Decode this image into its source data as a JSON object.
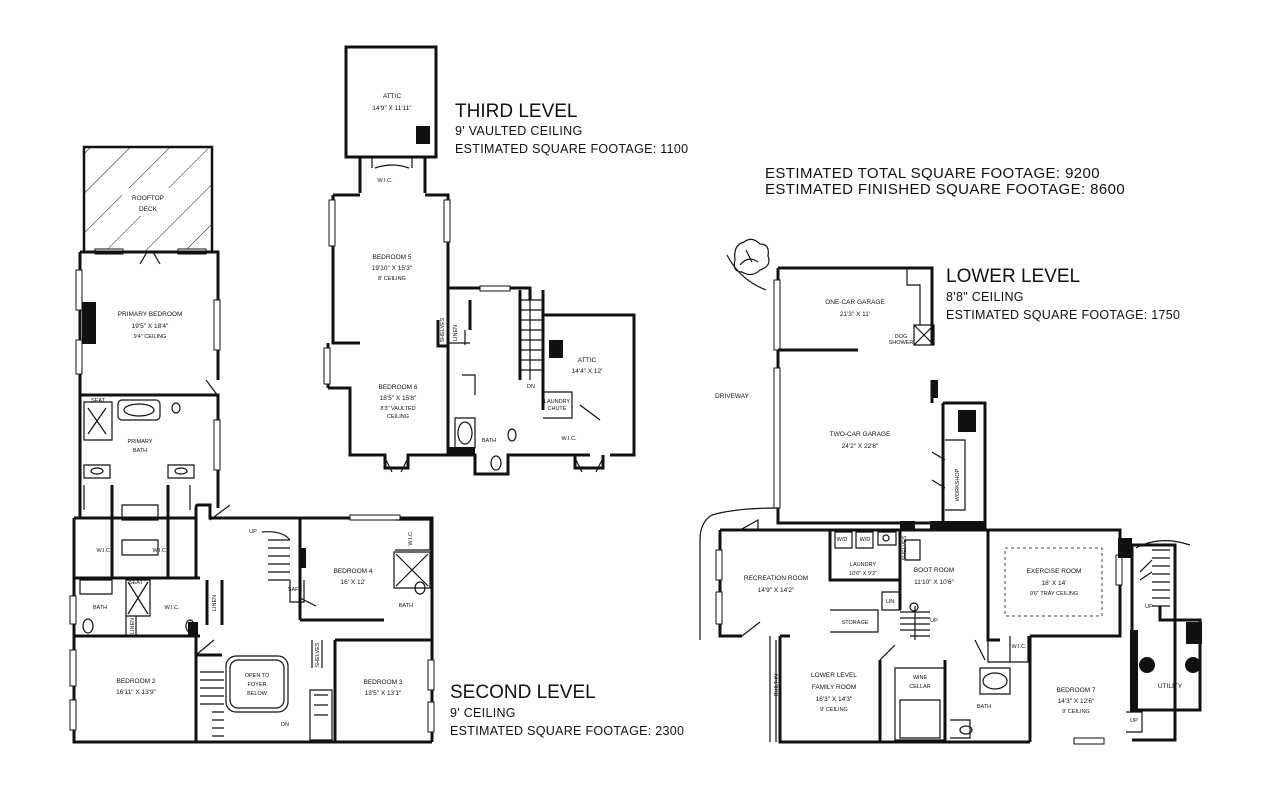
{
  "summary": {
    "total": "ESTIMATED TOTAL SQUARE FOOTAGE: 9200",
    "finished": "ESTIMATED FINISHED SQUARE FOOTAGE: 8600"
  },
  "levels": {
    "third": {
      "title": "THIRD LEVEL",
      "ceiling": "9' VAULTED CEILING",
      "sqft": "ESTIMATED SQUARE FOOTAGE: 1100"
    },
    "second": {
      "title": "SECOND LEVEL",
      "ceiling": "9' CEILING",
      "sqft": "ESTIMATED SQUARE FOOTAGE: 2300"
    },
    "lower": {
      "title": "LOWER LEVEL",
      "ceiling": "8'8\" CEILING",
      "sqft": "ESTIMATED SQUARE FOOTAGE: 1750"
    }
  },
  "rooms": {
    "attic_top": {
      "name": "ATTIC",
      "dim": "14'9\" X 11'11\""
    },
    "wic_top": {
      "name": "W.I.C."
    },
    "bedroom5": {
      "name": "BEDROOM 5",
      "dim": "19'10\" X 15'3\"",
      "note": "8' CEILING"
    },
    "linen_third": {
      "name": "LINEN"
    },
    "shelves_third": {
      "name": "SHELVES"
    },
    "attic_right": {
      "name": "ATTIC",
      "dim": "14'4\" X 12'"
    },
    "dn_third": {
      "name": "DN"
    },
    "laundry_chute": {
      "name": "LAUNDRY",
      "name2": "CHUTE"
    },
    "bedroom6": {
      "name": "BEDROOM 6",
      "dim": "18'5\" X 15'8\"",
      "note": "8'3\" VAULTED",
      "note2": "CEILING"
    },
    "bath_third": {
      "name": "BATH"
    },
    "wic_third": {
      "name": "W.I.C."
    },
    "rooftop": {
      "name": "ROOFTOP",
      "name2": "DECK"
    },
    "primary_bed": {
      "name": "PRIMARY BEDROOM",
      "dim": "19'5\" X 18'4\"",
      "note": "9'4\" CEILING"
    },
    "primary_bath": {
      "name": "PRIMARY",
      "name2": "BATH"
    },
    "seat1": {
      "name": "SEAT"
    },
    "seat2": {
      "name": "SEAT"
    },
    "wic_a": {
      "name": "W.I.C."
    },
    "wic_b": {
      "name": "W.I.C."
    },
    "wic_c": {
      "name": "W.I.C."
    },
    "bath_2a": {
      "name": "BATH"
    },
    "linen_2a": {
      "name": "LINEN"
    },
    "linen_2b": {
      "name": "LINEN"
    },
    "up_second": {
      "name": "UP"
    },
    "safe": {
      "name": "SAFE"
    },
    "bedroom4": {
      "name": "BEDROOM 4",
      "dim": "16' X 12'"
    },
    "wic_bed4": {
      "name": "W.I.C."
    },
    "bath_bed4": {
      "name": "BATH"
    },
    "shelves_second": {
      "name": "SHELVES"
    },
    "bedroom2": {
      "name": "BEDROOM 2",
      "dim": "16'11\" X 13'9\""
    },
    "open_foyer": {
      "name": "OPEN TO",
      "name2": "FOYER",
      "name3": "BELOW"
    },
    "dn_second": {
      "name": "DN"
    },
    "bedroom3": {
      "name": "BEDROOM 3",
      "dim": "13'5\" X 13'1\""
    },
    "one_car": {
      "name": "ONE-CAR GARAGE",
      "dim": "21'3\" X 11'"
    },
    "dog_shower": {
      "name": "DOG",
      "name2": "SHOWER"
    },
    "driveway": {
      "name": "DRIVEWAY"
    },
    "two_car": {
      "name": "TWO-CAR GARAGE",
      "dim": "24'2\" X 22'8\""
    },
    "workshop": {
      "name": "WORKSHOP"
    },
    "recreation": {
      "name": "RECREATION ROOM",
      "dim": "14'9\" X 14'2\""
    },
    "laundry": {
      "name": "LAUNDRY",
      "dim": "10'6\" X 9'2\""
    },
    "wd1": {
      "name": "W/D"
    },
    "wd2": {
      "name": "W/D"
    },
    "shelves_lower": {
      "name": "SHELVES"
    },
    "boot_room": {
      "name": "BOOT ROOM",
      "dim": "11'10\" X 10'6\""
    },
    "exercise": {
      "name": "EXERCISE ROOM",
      "dim": "18' X 14'",
      "note": "9'6\" TRAY CEILING"
    },
    "storage": {
      "name": "STORAGE"
    },
    "lin_lower": {
      "name": "LIN"
    },
    "up_lower1": {
      "name": "UP"
    },
    "up_lower2": {
      "name": "UP"
    },
    "up_lower3": {
      "name": "UP"
    },
    "wic_lower": {
      "name": "W.I.C."
    },
    "family": {
      "name": "LOWER LEVEL",
      "name2": "FAMILY ROOM",
      "dim": "16'3\" X 14'3\"",
      "note": "9' CEILING"
    },
    "built_in": {
      "name": "BUILT-IN"
    },
    "wine": {
      "name": "WINE",
      "name2": "CELLAR"
    },
    "bath_lower": {
      "name": "BATH"
    },
    "bedroom7": {
      "name": "BEDROOM 7",
      "dim": "14'3\" X 12'6\"",
      "note": "9' CEILING"
    },
    "utility": {
      "name": "UTILITY"
    }
  }
}
